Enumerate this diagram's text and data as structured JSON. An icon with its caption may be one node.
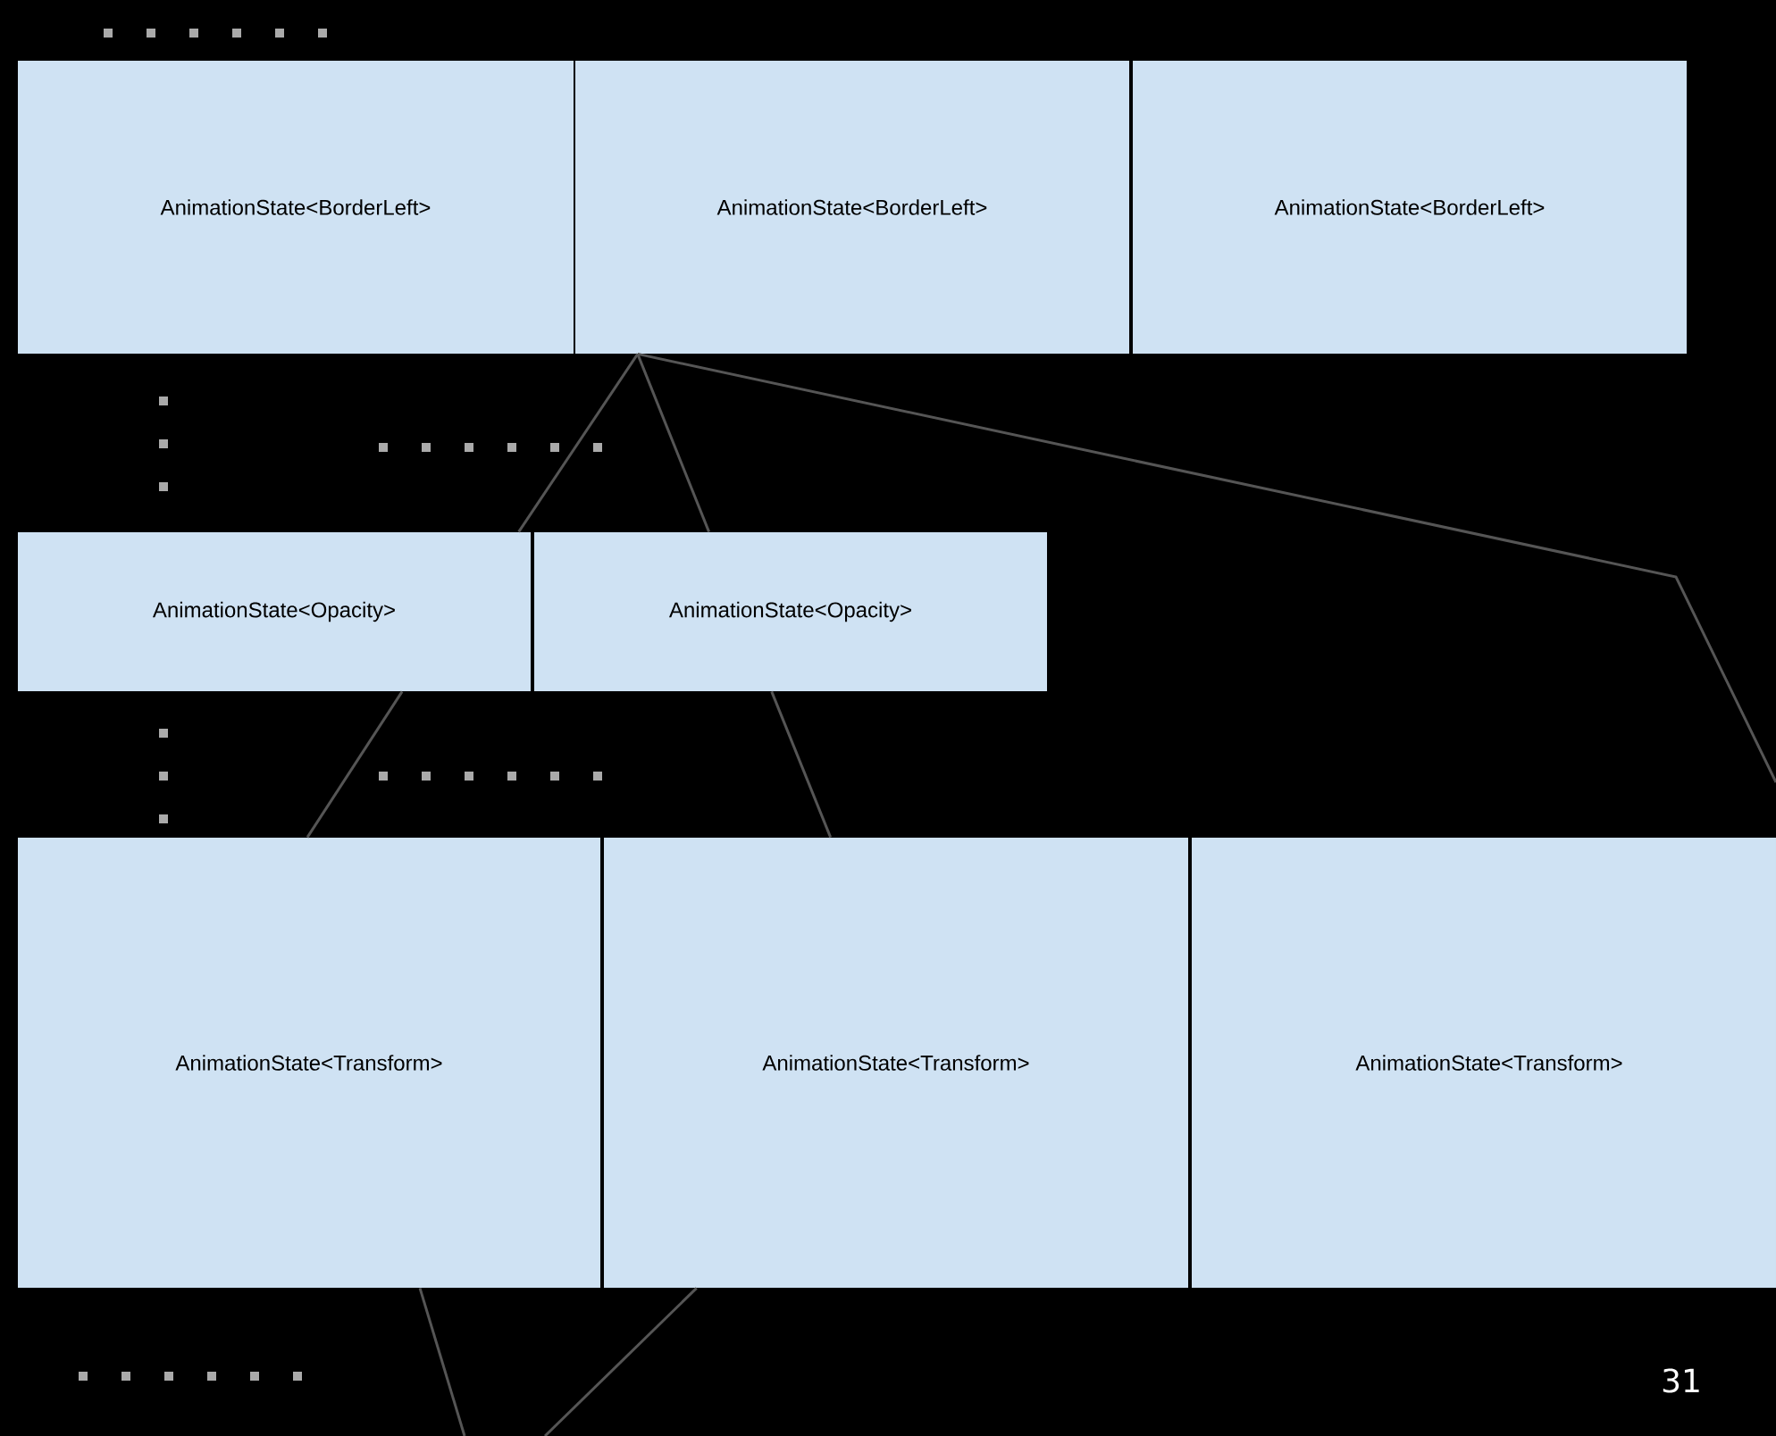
{
  "diagram": {
    "nodes": [
      {
        "text": [
          "AnimationState<BorderLeft>"
        ]
      },
      {
        "text": [
          "AnimationState<BorderLeft>"
        ]
      },
      {
        "text": [
          "AnimationState<BorderLeft>"
        ]
      },
      {
        "text": [
          "AnimationState<Opacity>"
        ]
      },
      {
        "text": [
          "AnimationState<Opacity>"
        ]
      },
      {
        "text": [
          "AnimationState<Transform>"
        ]
      },
      {
        "text": [
          "AnimationState<Transform>"
        ]
      },
      {
        "text": [
          "AnimationState<Transform>"
        ]
      }
    ],
    "edges": [
      {
        "from": 1,
        "to": 3,
        "arrow": "none"
      },
      {
        "from": 1,
        "to": 4,
        "arrow": "none"
      },
      {
        "from": 1,
        "to": null,
        "arrow": "none"
      },
      {
        "from": 3,
        "to": 5,
        "arrow": "none"
      },
      {
        "from": 4,
        "to": 6,
        "arrow": "none"
      },
      {
        "from": 5,
        "to": null,
        "arrow": "none"
      },
      {
        "from": 6,
        "to": null,
        "arrow": "none"
      }
    ],
    "labels": [
      "31"
    ]
  }
}
